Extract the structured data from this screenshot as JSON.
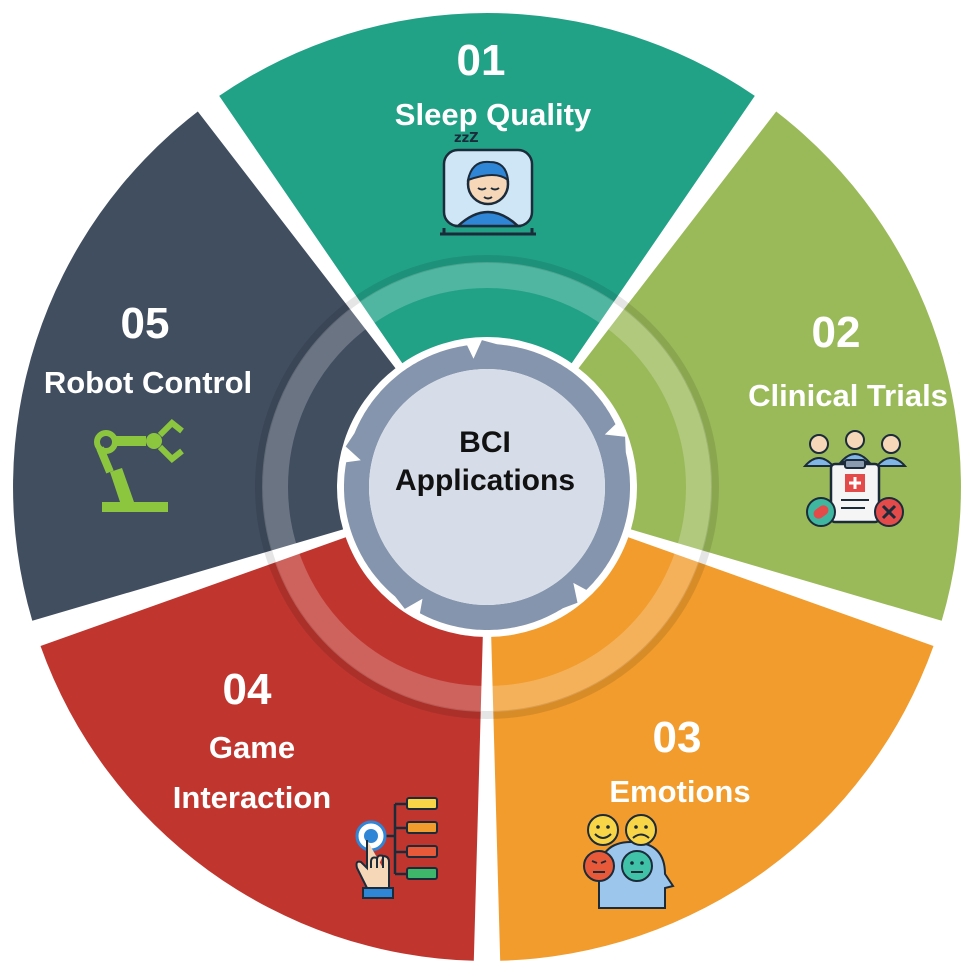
{
  "center": {
    "line1": "BCI",
    "line2": "Applications",
    "fill": "#d6dde8",
    "ring_fill": "#8595ad"
  },
  "segments": [
    {
      "number": "01",
      "title_lines": [
        "Sleep Quality"
      ],
      "color": "#21a287",
      "icon": "sleeping-person-icon"
    },
    {
      "number": "02",
      "title_lines": [
        "Clinical Trials"
      ],
      "color": "#9aba59",
      "icon": "clinical-trial-icon"
    },
    {
      "number": "03",
      "title_lines": [
        "Emotions"
      ],
      "color": "#f19c2c",
      "icon": "emotions-faces-icon"
    },
    {
      "number": "04",
      "title_lines": [
        "Game",
        "Interaction"
      ],
      "color": "#c0362f",
      "icon": "touch-game-icon"
    },
    {
      "number": "05",
      "title_lines": [
        "Robot Control"
      ],
      "color": "#414e60",
      "icon": "robot-arm-icon"
    }
  ]
}
